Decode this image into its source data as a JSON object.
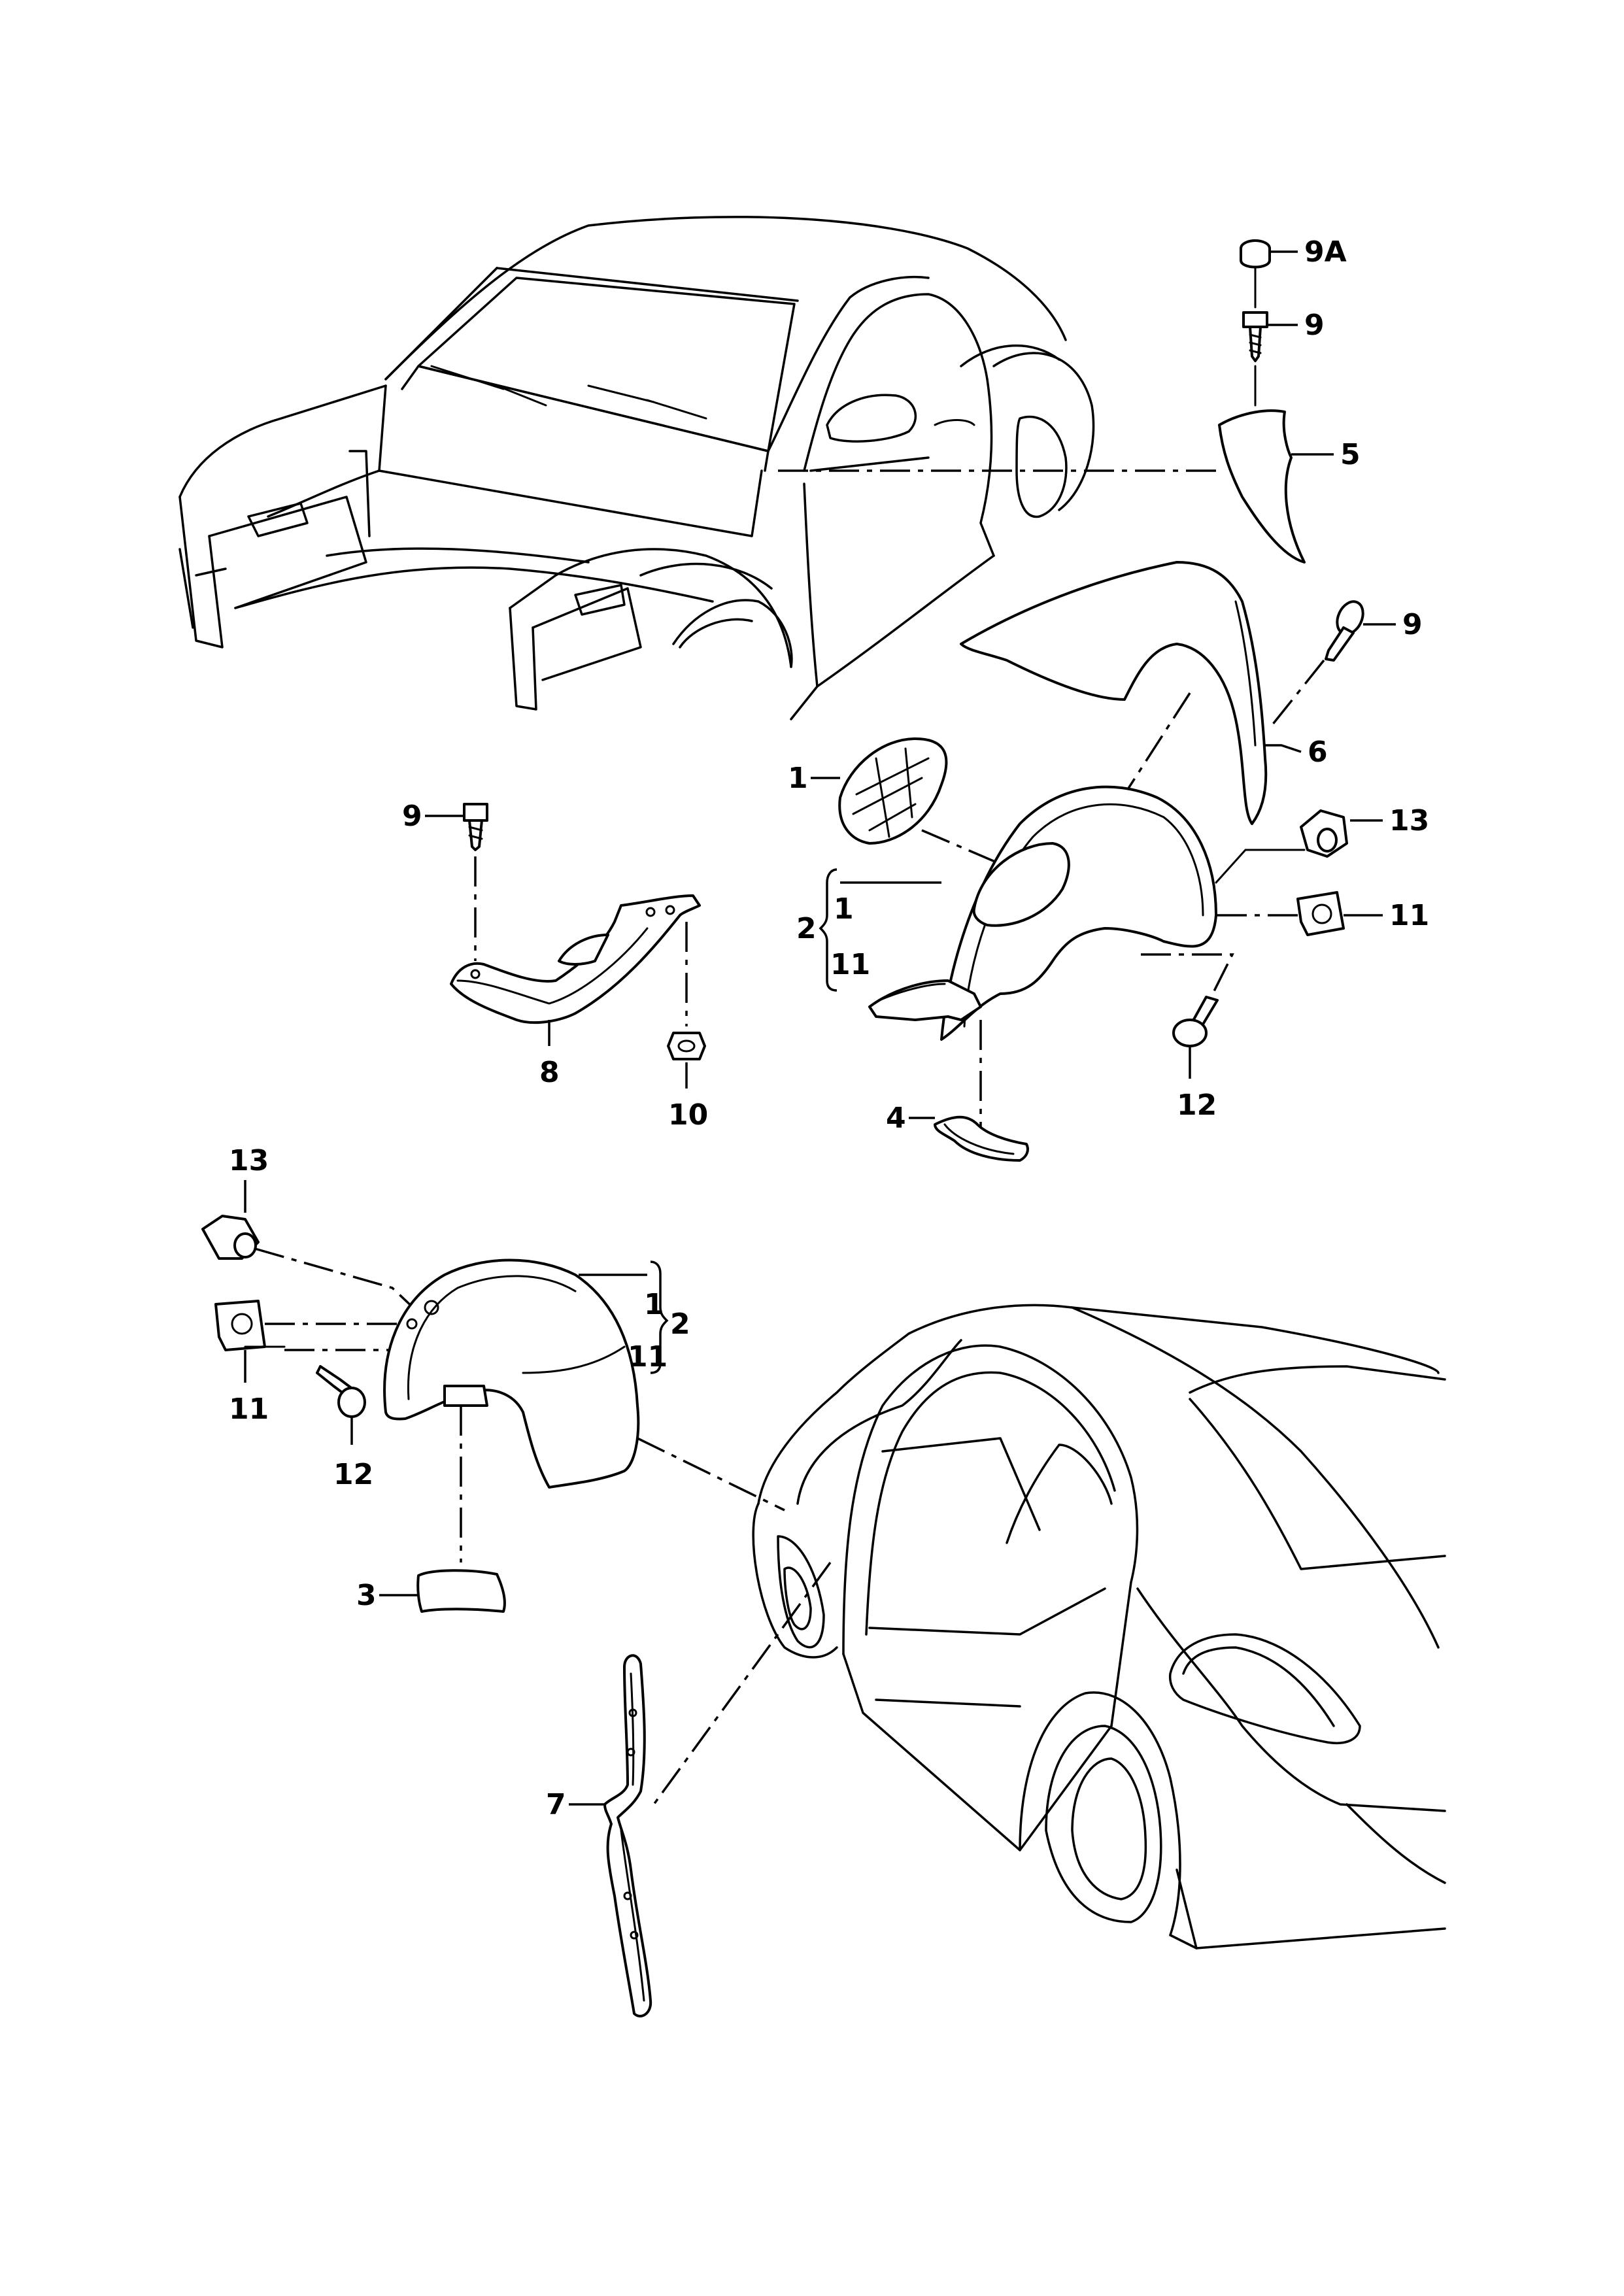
{
  "callouts": {
    "c9a": "9A",
    "c9_top": "9",
    "c5": "5",
    "c9_right": "9",
    "c6": "6",
    "c1_front": "1",
    "c9_left": "9",
    "c13_front": "13",
    "c2_front": "2",
    "c2_front_sub1": "1",
    "c2_front_sub11": "11",
    "c11_front": "11",
    "c8": "8",
    "c10": "10",
    "c12_front": "12",
    "c4": "4",
    "c13_rear": "13",
    "c2_rear": "2",
    "c2_rear_sub1": "1",
    "c2_rear_sub11": "11",
    "c11_rear": "11",
    "c12_rear": "12",
    "c3": "3",
    "c7": "7"
  }
}
